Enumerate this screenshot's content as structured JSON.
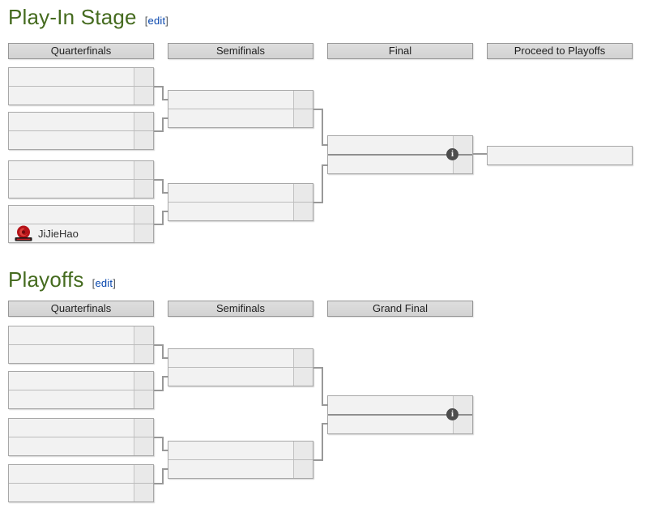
{
  "ui": {
    "bracket_open": "[",
    "bracket_close": "]"
  },
  "icons": {
    "info_glyph": "i",
    "team_logo": "jijiehao-team-logo"
  },
  "colors": {
    "heading_green": "#456b1f",
    "link_blue": "#0645ad",
    "slot_bg": "#f2f2f2",
    "score_bg": "#e9e9e9",
    "header_bg": "#d8d8d8",
    "box_border": "#a8a8a8",
    "connector": "#999999",
    "info_bg": "#4d4d4d",
    "logo_red": "#b51218"
  },
  "playin": {
    "title": "Play-In Stage",
    "edit_label": "edit",
    "columns": [
      "Quarterfinals",
      "Semifinals",
      "Final",
      "Proceed to Playoffs"
    ]
  },
  "playoffs": {
    "title": "Playoffs",
    "edit_label": "edit",
    "columns": [
      "Quarterfinals",
      "Semifinals",
      "Grand Final"
    ]
  },
  "teams": {
    "jijiehao": {
      "name": "JiJieHao"
    }
  }
}
